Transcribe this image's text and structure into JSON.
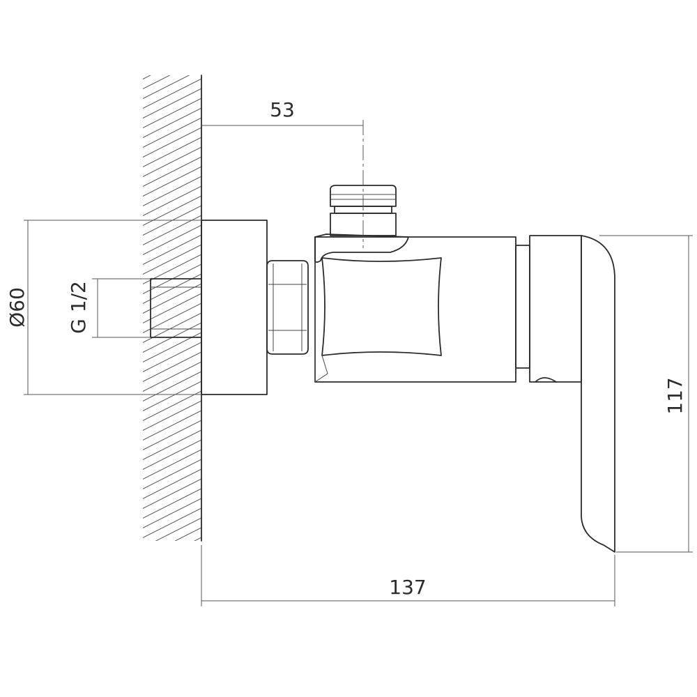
{
  "dimensions": {
    "offset_label": "53",
    "flange_diameter_label": "Ø60",
    "thread_label": "G 1/2",
    "height_label": "117",
    "depth_label": "137"
  },
  "colors": {
    "ink": "#2b2b2b",
    "dimension_line": "#555555",
    "background": "#ffffff"
  }
}
